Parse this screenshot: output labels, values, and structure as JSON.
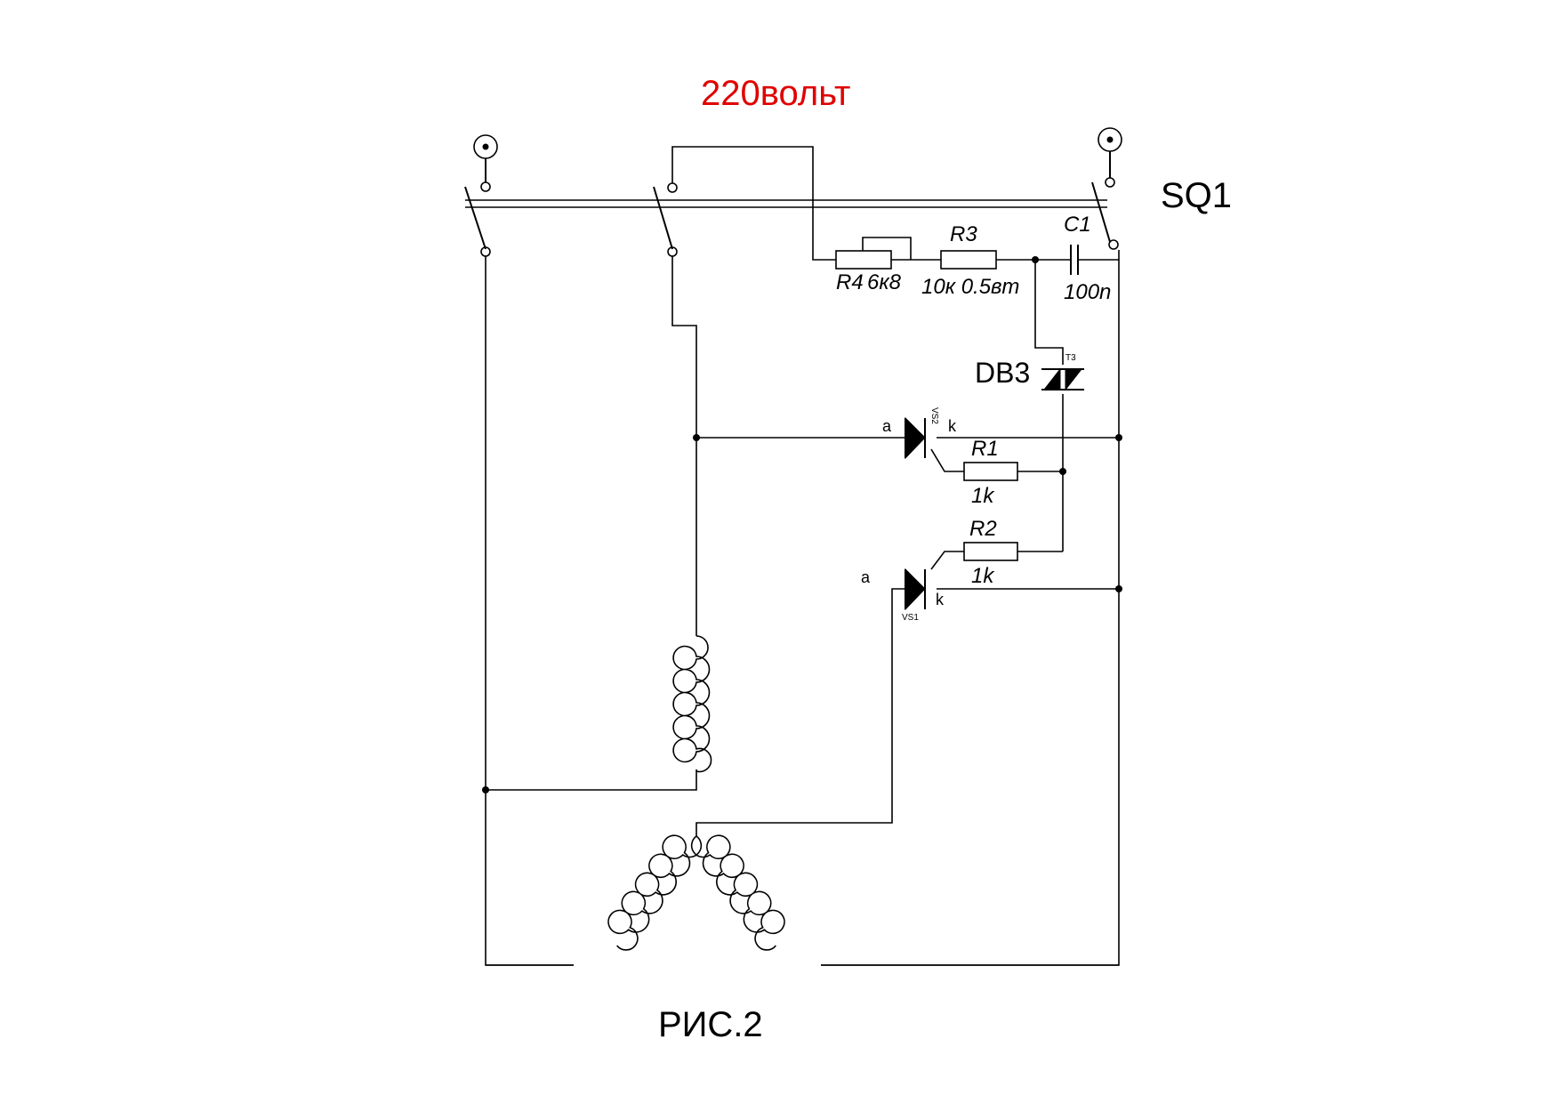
{
  "labels": {
    "voltage": "220вольт",
    "switch": "SQ1",
    "figure": "РИС.2",
    "diac": "DB3",
    "triac_pin": "T3"
  },
  "components": {
    "R4": {
      "ref": "R4",
      "value": "6к8"
    },
    "R3": {
      "ref": "R3",
      "value": "10к 0.5вт"
    },
    "C1": {
      "ref": "C1",
      "value": "100n"
    },
    "R1": {
      "ref": "R1",
      "value": "1k"
    },
    "R2": {
      "ref": "R2",
      "value": "1k"
    },
    "VS2": {
      "ref": "VS2",
      "anode": "a",
      "cathode": "k"
    },
    "VS1": {
      "ref": "VS1",
      "anode": "a",
      "cathode": "k"
    }
  }
}
